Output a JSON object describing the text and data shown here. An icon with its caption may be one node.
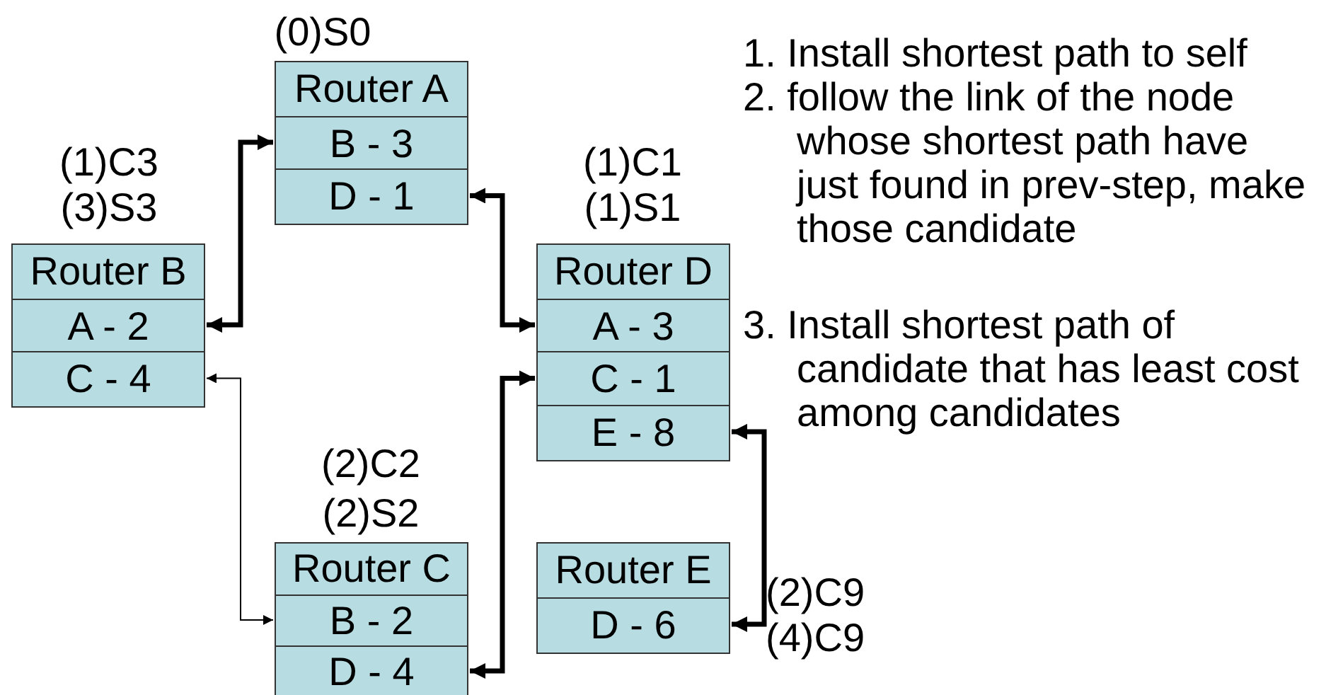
{
  "diagram": {
    "nodes": [
      {
        "text": [],
        "shape": "box",
        "beside": [
          "(0)S0"
        ]
      },
      {
        "text": [
          "Router A"
        ],
        "in": 0
      },
      {
        "text": [
          "B - 3"
        ],
        "in": 0
      },
      {
        "text": [
          "D - 1"
        ],
        "in": 0
      },
      {
        "text": [],
        "shape": "box",
        "beside": [
          "(1)C3",
          "(3)S3"
        ]
      },
      {
        "text": [
          "Router B"
        ],
        "in": 4
      },
      {
        "text": [
          "A - 2"
        ],
        "in": 4
      },
      {
        "text": [
          "C - 4"
        ],
        "in": 4
      },
      {
        "text": [],
        "shape": "box",
        "beside": [
          "(1)C1",
          "(1)S1"
        ]
      },
      {
        "text": [
          "Router D"
        ],
        "in": 8
      },
      {
        "text": [
          "A - 3"
        ],
        "in": 8
      },
      {
        "text": [
          "C - 1"
        ],
        "in": 8
      },
      {
        "text": [
          "E - 8"
        ],
        "in": 8
      },
      {
        "text": [],
        "shape": "box",
        "beside": [
          "(2)C2",
          "(2)S2"
        ]
      },
      {
        "text": [
          "Router C"
        ],
        "in": 13
      },
      {
        "text": [
          "B - 2"
        ],
        "in": 13
      },
      {
        "text": [
          "D - 4"
        ],
        "in": 13
      },
      {
        "text": [],
        "shape": "box",
        "beside": [
          "(2)C9",
          "(4)C9"
        ]
      },
      {
        "text": [
          "Router E"
        ],
        "in": 17
      },
      {
        "text": [
          "D - 6"
        ],
        "in": 17
      }
    ],
    "edges": [
      {
        "from": 2,
        "to": 6,
        "arrow": "both"
      },
      {
        "from": 3,
        "to": 10,
        "arrow": "both"
      },
      {
        "from": 7,
        "to": 15,
        "arrow": "both"
      },
      {
        "from": 16,
        "to": 11,
        "arrow": "both"
      },
      {
        "from": 12,
        "to": 19,
        "arrow": "both"
      }
    ],
    "labels": [
      "1. Install shortest path to self",
      "2. follow the link of the node whose shortest path have just found in prev-step, make those candidate",
      "3. Install shortest path of candidate that has least cost among candidates"
    ]
  }
}
